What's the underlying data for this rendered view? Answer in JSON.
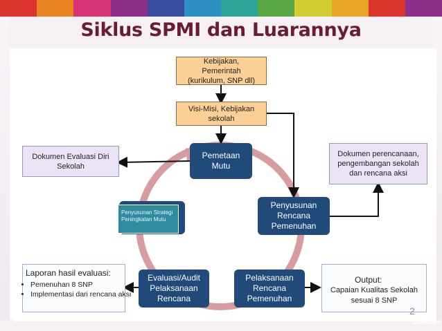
{
  "title": "Siklus SPMI dan Luarannya",
  "page_number": "2",
  "brand": "slideshare",
  "stripe_colors": [
    "#d9332b",
    "#e98322",
    "#d63375",
    "#8e2f89",
    "#3a4c9e",
    "#2d8fc4",
    "#2ea59b",
    "#5aa745",
    "#d0cc32",
    "#e8a424",
    "#d9332b",
    "#8e2f89"
  ],
  "colors": {
    "title": "#6b1b33",
    "blue_box": "#1f4a7a",
    "orange_box": "#fbcf95",
    "lavender_box": "#ebe3f4",
    "cycle_ring": "#d79c9e",
    "teal_box": "#2f8ca0"
  },
  "boxes": {
    "kebijakan_pemerintah": "Kebijakan, Pemerintah (kurikulum, SNP dll)",
    "visi_misi": "Visi-Misi, Kebijakan sekolah",
    "dokumen_evaluasi": "Dokumen Evaluasi Diri Sekolah",
    "dokumen_perencanaan": "Dokumen perencanaan, pengembangan sekolah dan rencana aksi",
    "pemetaan_mutu": "Pemetaan Mutu",
    "penyusunan_rencana": "Penyusunan Rencana Pemenuhan",
    "penyusunan_strategi": "Penyusunan Strategi Peningkatan Mutu",
    "evaluasi_audit": "Evaluasi/Audit Pelaksanaan Rencana",
    "pelaksanaan_rencana": "Pelaksanaan Rencana Pemenuhan",
    "laporan_heading": "Laporan hasil evaluasi:",
    "laporan_items": [
      "Pemenuhan 8 SNP",
      "Implementasi dari rencana aksi"
    ],
    "output_heading": "Output:",
    "output_text": "Capaian Kualitas Sekolah sesuai 8 SNP"
  }
}
